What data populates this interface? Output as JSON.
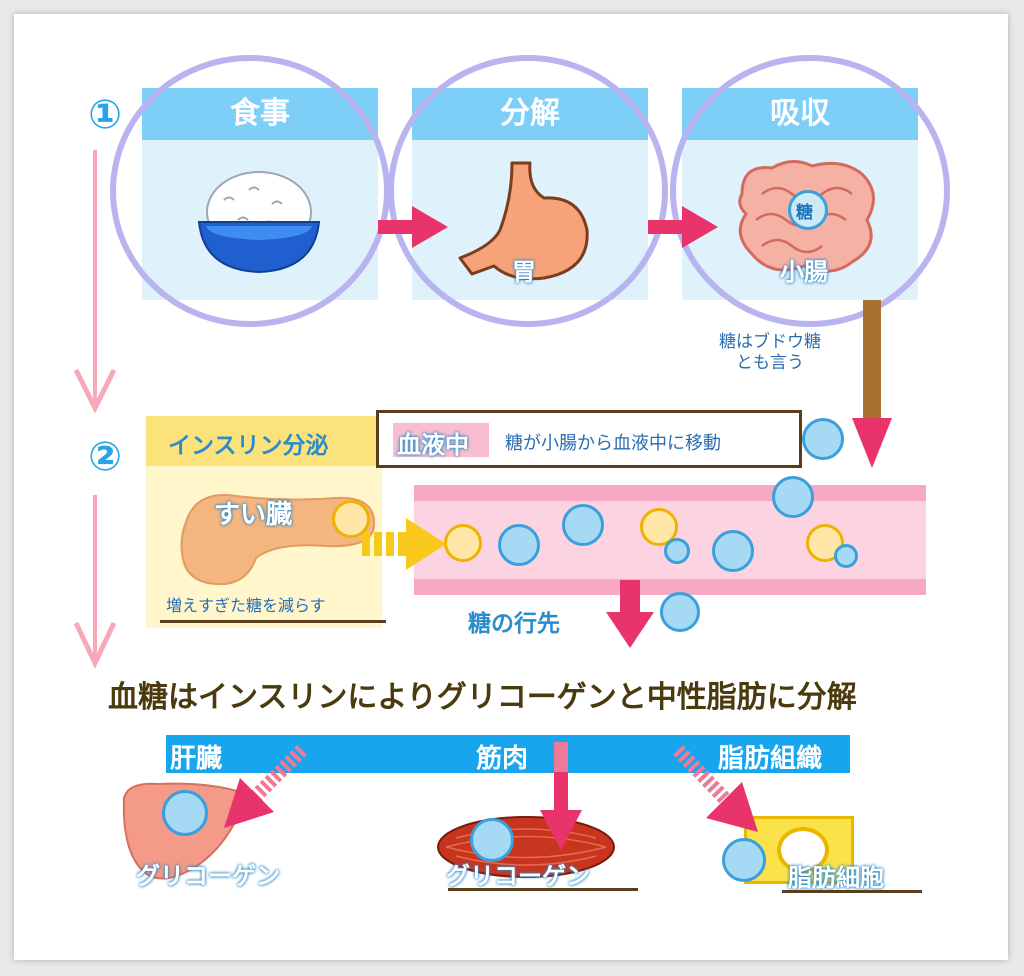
{
  "step1": {
    "number": "①",
    "panels": [
      {
        "title": "食事",
        "icon": "rice-bowl-icon"
      },
      {
        "title": "分解",
        "icon": "stomach-icon",
        "label": "胃"
      },
      {
        "title": "吸収",
        "icon": "intestine-icon",
        "label": "小腸",
        "badge": "糖"
      }
    ],
    "note": [
      "糖はブドウ糖",
      "とも言う"
    ]
  },
  "step2": {
    "number": "②",
    "insulin_header": "インスリン分泌",
    "pancreas_label": "すい臓",
    "pancreas_caption": "増えすぎた糖を減らす",
    "blood_tag": "血液中",
    "blood_text": "糖が小腸から血液中に移動",
    "destination_label": "糖の行先"
  },
  "summary": "血糖はインスリンによりグリコーゲンと中性脂肪に分解",
  "targets": {
    "bar_labels": [
      "肝臓",
      "筋肉",
      "脂肪組織"
    ],
    "liver_product": "グリコーゲン",
    "muscle_product": "グリコーゲン",
    "fat_product": "脂肪細胞"
  },
  "colors": {
    "panel_header": "#7ecff7",
    "ring": "#b9b4ef",
    "arrow": "#e8336b",
    "blood_vessel": "#f7a8c4",
    "bar": "#17a5ee",
    "title": "#4a3a0e"
  }
}
